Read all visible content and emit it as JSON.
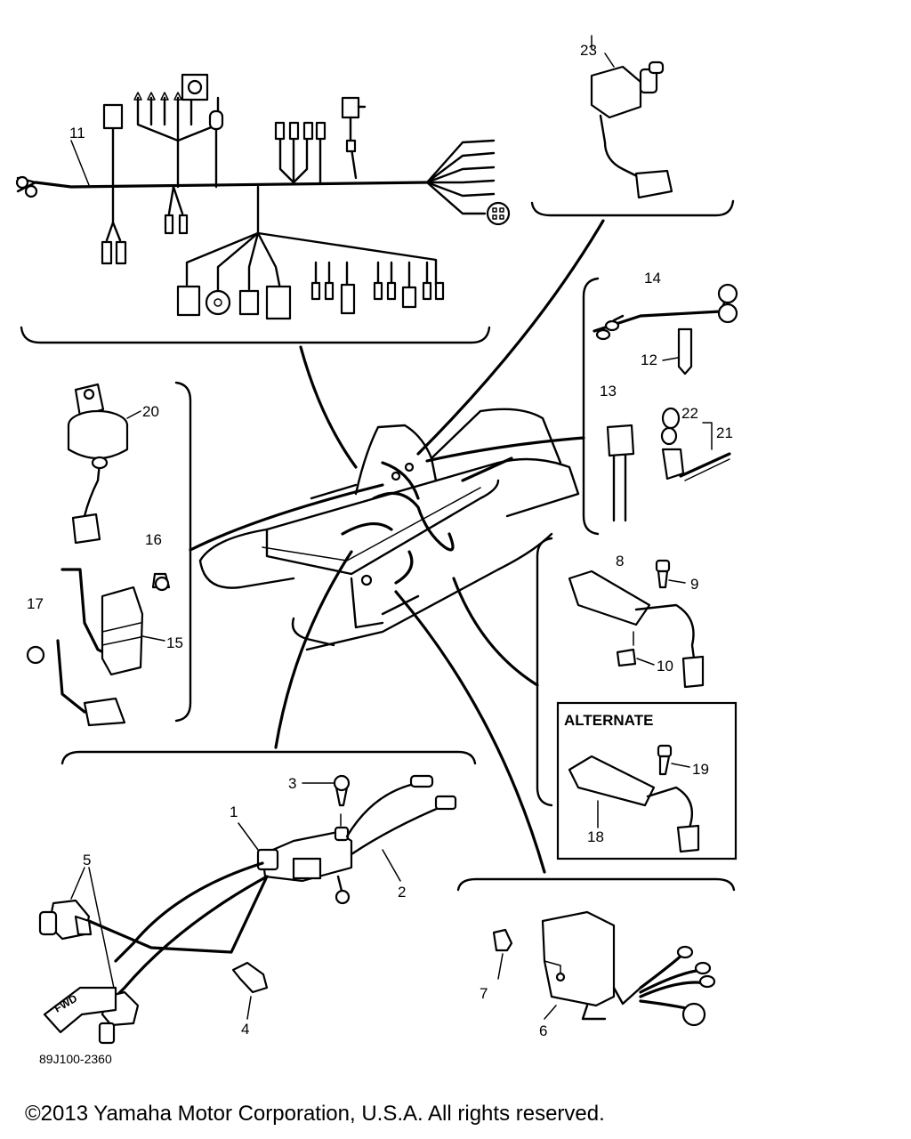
{
  "diagram": {
    "callouts": [
      {
        "id": "c1",
        "text": "1"
      },
      {
        "id": "c2",
        "text": "2"
      },
      {
        "id": "c3",
        "text": "3"
      },
      {
        "id": "c4",
        "text": "4"
      },
      {
        "id": "c5",
        "text": "5"
      },
      {
        "id": "c6",
        "text": "6"
      },
      {
        "id": "c7",
        "text": "7"
      },
      {
        "id": "c8",
        "text": "8"
      },
      {
        "id": "c9",
        "text": "9"
      },
      {
        "id": "c10",
        "text": "10"
      },
      {
        "id": "c11",
        "text": "11"
      },
      {
        "id": "c12",
        "text": "12"
      },
      {
        "id": "c13",
        "text": "13"
      },
      {
        "id": "c14",
        "text": "14"
      },
      {
        "id": "c15",
        "text": "15"
      },
      {
        "id": "c16",
        "text": "16"
      },
      {
        "id": "c17",
        "text": "17"
      },
      {
        "id": "c18",
        "text": "18"
      },
      {
        "id": "c19",
        "text": "19"
      },
      {
        "id": "c20",
        "text": "20"
      },
      {
        "id": "c21",
        "text": "21"
      },
      {
        "id": "c22",
        "text": "22"
      },
      {
        "id": "c23",
        "text": "23"
      }
    ],
    "alternate_label": "ALTERNATE",
    "fwd_label": "FWD",
    "drawing_code": "89J100-2360"
  },
  "footer": {
    "copyright": "©2013 Yamaha Motor Corporation, U.S.A. All rights reserved."
  }
}
